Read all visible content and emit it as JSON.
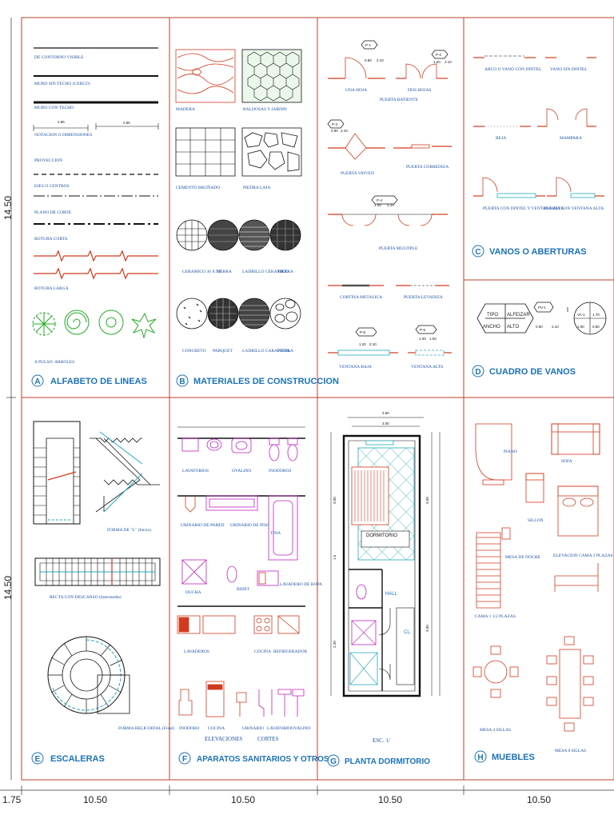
{
  "sheet": {
    "border_color": "#b8402a",
    "accent_red": "#d23a1e",
    "accent_blue": "#1b72b8",
    "accent_magenta": "#c020c0",
    "accent_green": "#22aa22",
    "accent_cyan": "#22aabb",
    "dim_left_top": "14.50",
    "dim_left_bottom": "14.50",
    "dim_bottom": [
      "1.75",
      "10.50",
      "10.50",
      "10.50",
      "10.50"
    ]
  },
  "panels": {
    "a": {
      "letter": "A",
      "title": "ALFABETO DE LINEAS",
      "labels": [
        "DE CONTORNO VISIBLE",
        "MURO SIN TECHO (CERCO)",
        "MURO CON TECHO",
        "NOTACION O DIMENSIONES",
        "PROYECCION",
        "EJES O CENTROS",
        "PLANO DE CORTE",
        "ROTURA CORTA",
        "ROTURA LARGA",
        "A PULSO: ARBOLES"
      ],
      "dim_a": "2.85",
      "dim_b": "2.85"
    },
    "b": {
      "letter": "B",
      "title": "MATERIALES DE CONSTRUCCION",
      "labels": [
        "MADERA",
        "BALDOSAS Y JARDIN",
        "CEMENTO BRUÑADO",
        "PIEDRA LAJA",
        "CERAMICO 30 X 30",
        "TIERRA",
        "LADRILLO CERAMICO",
        "TIERRA",
        "CONCRETO",
        "PARQUET",
        "LADRILLO CARAVISTA",
        "PIEDRA"
      ]
    },
    "c": {
      "letter": "C",
      "title": "VANOS O ABERTURAS",
      "labels": [
        "UNA HOJA",
        "PUERTA BATIENTE",
        "DOS HOJAS",
        "PUERTA VAIVEN",
        "PUERTA CORREDIZA",
        "PUERTA MULTIPLE",
        "CORTINA METALICA",
        "PUERTA LEVADIZA",
        "VENTANA BAJA",
        "VENTANA ALTA",
        "ARCO O VANO CON DINTEL",
        "VANO SIN DINTEL",
        "REJA",
        "MAMPARA",
        "PUERTA CON DINTEL Y VENTANA ALTA",
        "PUERTA CON VENTANA ALTA"
      ],
      "tags": [
        "P-1",
        "0.80",
        "2.10",
        "P-2",
        "1.20",
        "2.10",
        "P-3",
        "0.90",
        "2.10",
        "P-4",
        "1.00",
        "2.10",
        "P-5",
        "1.20",
        "2.10",
        "P-6",
        "1.00",
        "1.00"
      ]
    },
    "d": {
      "letter": "D",
      "title": "CUADRO DE VANOS",
      "tipo": "TIPO",
      "alfeizar": "ALFEIZAR",
      "ancho": "ANCHO",
      "alto": "ALTO",
      "pv": "PV-1",
      "v1": "0.90",
      "v2": "2.10",
      "va": "VA-1",
      "va1": "1.70",
      "va2": "1.00",
      "va3": "0.80"
    },
    "e": {
      "letter": "E",
      "title": "ESCALERAS",
      "labels": [
        "FORMA DE \"L\" (Inicio)",
        "RECTA CON DESCANSO (Intermedia)",
        "FORMA HELICOIDAL (Final)"
      ]
    },
    "f": {
      "letter": "F",
      "title": "APARATOS SANITARIOS Y OTROS",
      "labels": [
        "LAVATORIOS",
        "OVALINO",
        "INODOROS",
        "URINARIO DE PARED",
        "URINARIO DE PISO",
        "TINA",
        "DUCHA",
        "BIDET",
        "LAVADERO DE ROPA",
        "LAVADEROS",
        "COCINA",
        "REFRIGERADOR",
        "INODORO",
        "COCINA",
        "URINARIO",
        "LAVATORIO",
        "OVALINO",
        "ELEVACIONES",
        "CORTES"
      ]
    },
    "g": {
      "letter": "G",
      "title": "PLANTA DORMITORIO",
      "room": "DORMITORIO",
      "hall": "HALL",
      "cl": "CL.",
      "escala": "ESC. 1/",
      "dims_top": [
        "3.50",
        "3.00"
      ],
      "dims_side": [
        "3.00",
        "3.00",
        "3.00",
        "1.5",
        "2.20"
      ]
    },
    "h": {
      "letter": "H",
      "title": "MUEBLES",
      "labels": [
        "PIANO",
        "SOFA",
        "SILLON",
        "MESA DE NOCHE",
        "ELEVACION CAMA 2 PLAZAS",
        "CAMA 1 1/2 PLAZAS",
        "MESA 4 SILLAS",
        "MESA 8 SILLAS"
      ]
    }
  }
}
